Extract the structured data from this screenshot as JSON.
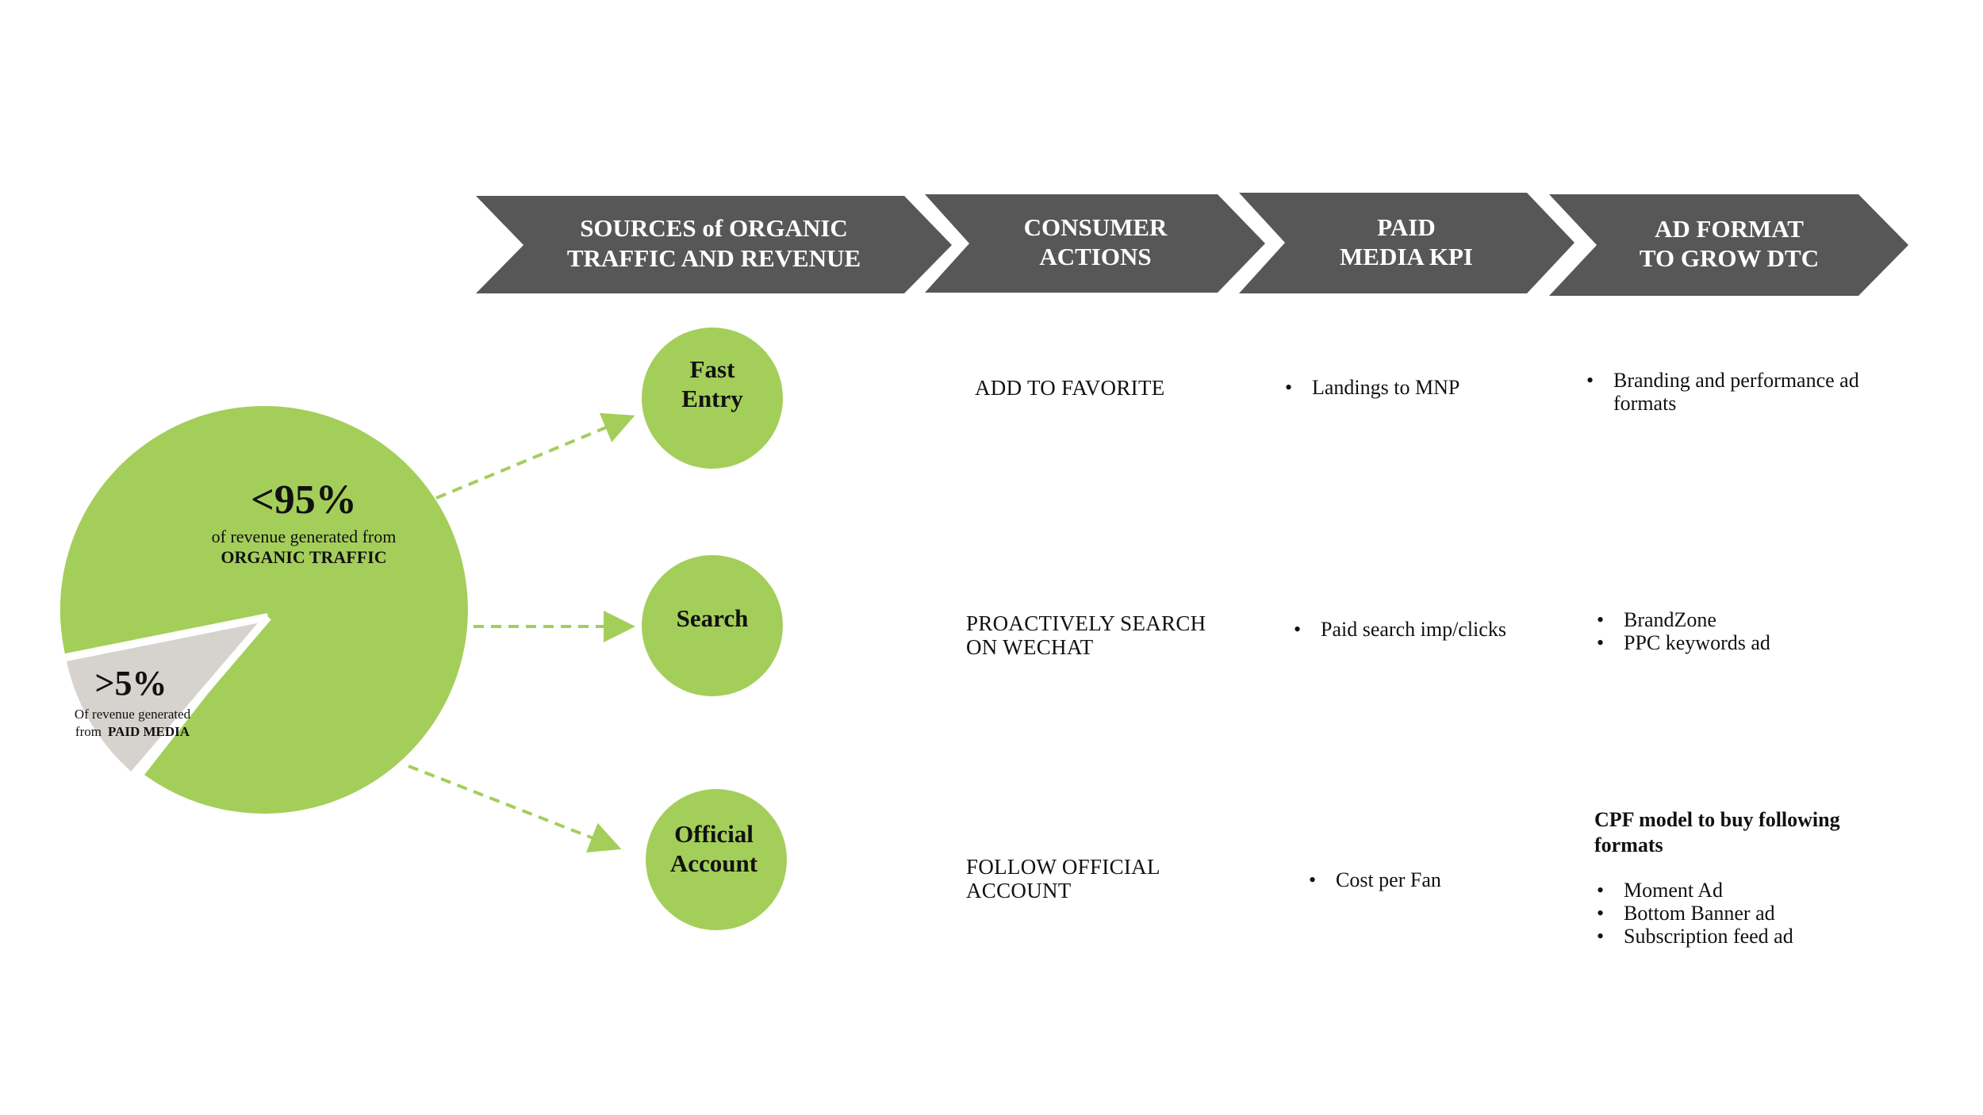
{
  "colors": {
    "green": "#a4ce5a",
    "gray_slice": "#d6d2ce",
    "chevron": "#575757",
    "arrow": "#a4ce5a"
  },
  "header_chevrons": [
    {
      "line1": "SOURCES of ORGANIC",
      "line2": "TRAFFIC AND REVENUE"
    },
    {
      "line1": "CONSUMER",
      "line2": "ACTIONS"
    },
    {
      "line1": "PAID",
      "line2": "MEDIA KPI"
    },
    {
      "line1": "AD FORMAT",
      "line2": "TO GROW DTC"
    }
  ],
  "pie": {
    "organic": {
      "value": "<95%",
      "line1": "of revenue generated from",
      "line2": "ORGANIC TRAFFIC"
    },
    "paid": {
      "value": ">5%",
      "line1": "Of revenue generated",
      "line2_prefix": "from",
      "line2_bold": "PAID MEDIA"
    }
  },
  "sources": [
    {
      "line1": "Fast",
      "line2": "Entry"
    },
    {
      "line1": "Search",
      "line2": ""
    },
    {
      "line1": "Official",
      "line2": "Account"
    }
  ],
  "consumer_actions": [
    {
      "line1": "ADD TO FAVORITE",
      "line2": ""
    },
    {
      "line1": "PROACTIVELY SEARCH",
      "line2": "ON WECHAT"
    },
    {
      "line1": "FOLLOW OFFICIAL",
      "line2": "ACCOUNT"
    }
  ],
  "paid_media_kpi": [
    [
      "Landings to MNP"
    ],
    [
      "Paid search imp/clicks"
    ],
    [
      "Cost per Fan"
    ]
  ],
  "ad_formats": {
    "row1": [
      "Branding and performance ad formats"
    ],
    "row2": [
      "BrandZone",
      "PPC keywords ad"
    ],
    "row3_heading": "CPF model to buy following formats",
    "row3_items": [
      "Moment Ad",
      "Bottom Banner ad",
      "Subscription feed ad"
    ]
  }
}
